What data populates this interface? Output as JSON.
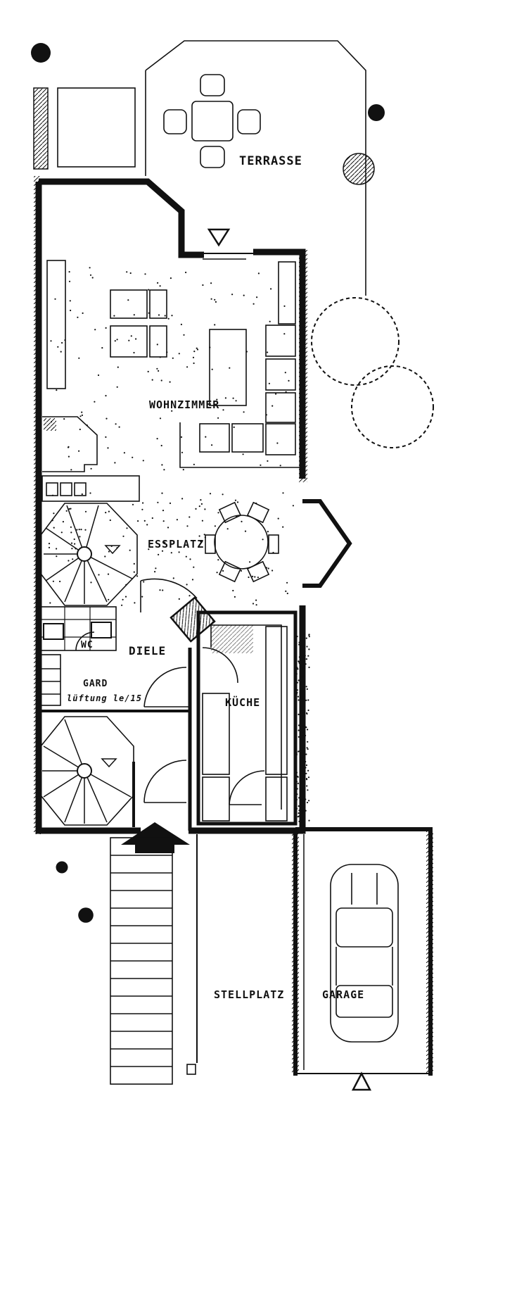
{
  "rooms": {
    "terrasse": "TERRASSE",
    "wohnzimmer": "WOHNZIMMER",
    "essplatz": "ESSPLATZ",
    "diele": "DIELE",
    "wc": "WC",
    "gard": "GARD",
    "luftung": "lüftung le/15",
    "kuche": "KÜCHE",
    "stellplatz": "STELLPLATZ",
    "garage": "GARAGE"
  }
}
